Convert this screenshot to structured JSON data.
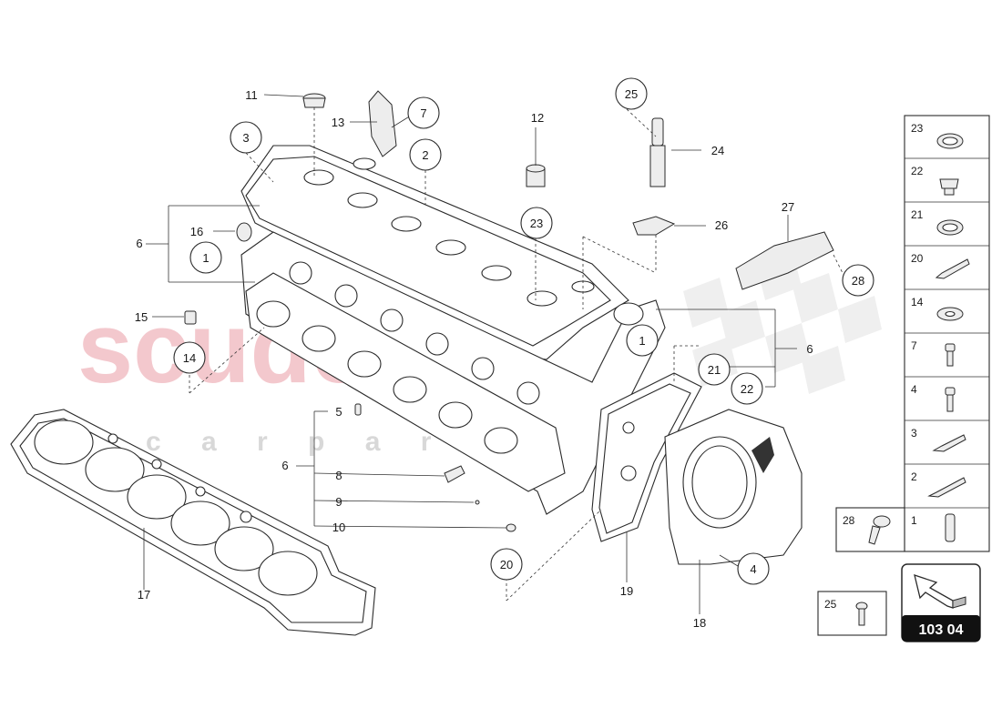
{
  "watermark": {
    "brand": "scuderia",
    "sub": "c a r   p a r t s",
    "color": "#e8a6ad"
  },
  "diagram_code": "103 04",
  "callouts": {
    "c3": "3",
    "c7": "7",
    "c2": "2",
    "c25": "25",
    "c23": "23",
    "c1a": "1",
    "c14": "14",
    "c28": "28",
    "c1b": "1",
    "c21": "21",
    "c22": "22",
    "c20": "20",
    "c4": "4"
  },
  "labels": {
    "l11": "11",
    "l13": "13",
    "l12": "12",
    "l24": "24",
    "l26": "26",
    "l27": "27",
    "l16": "16",
    "l6a": "6",
    "l15": "15",
    "l6b": "6",
    "l5": "5",
    "l6c": "6",
    "l8": "8",
    "l9": "9",
    "l10": "10",
    "l17": "17",
    "l19": "19",
    "l18": "18"
  },
  "legend": {
    "cells": [
      "23",
      "22",
      "21",
      "20",
      "14",
      "7",
      "4",
      "3",
      "2",
      "1"
    ],
    "extra_28": "28",
    "extra_25": "25"
  }
}
